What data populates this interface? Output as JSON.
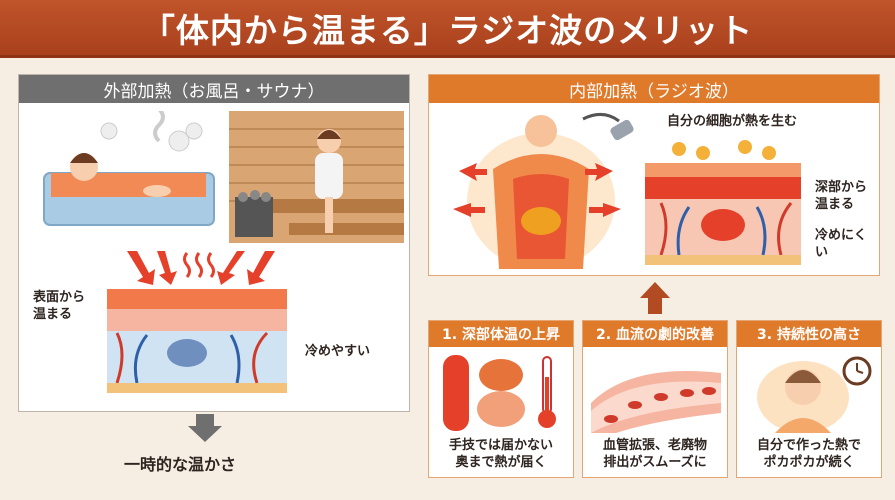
{
  "title": "「体内から温まる」ラジオ波のメリット",
  "left": {
    "header": "外部加熱（お風呂・サウナ）",
    "label_surface": "表面から\n温まる",
    "label_cool": "冷めやすい",
    "result": "一時的な温かさ"
  },
  "right": {
    "header": "内部加熱（ラジオ波）",
    "label_cells": "自分の細胞が熱を生む",
    "label_deep": "深部から\n温まる",
    "label_cool": "冷めにくい"
  },
  "cards": [
    {
      "title": "1. 深部体温の上昇",
      "text": "手技では届かない\n奥まで熱が届く"
    },
    {
      "title": "2. 血流の劇的改善",
      "text": "血管拡張、老廃物\n排出がスムーズに"
    },
    {
      "title": "3. 持続性の高さ",
      "text": "自分で作った熱で\nポカポカが続く"
    }
  ],
  "colors": {
    "title_bg": "#b24a22",
    "orange": "#e07a2b",
    "gray": "#6f6f6f",
    "heat_red": "#e5402a"
  }
}
